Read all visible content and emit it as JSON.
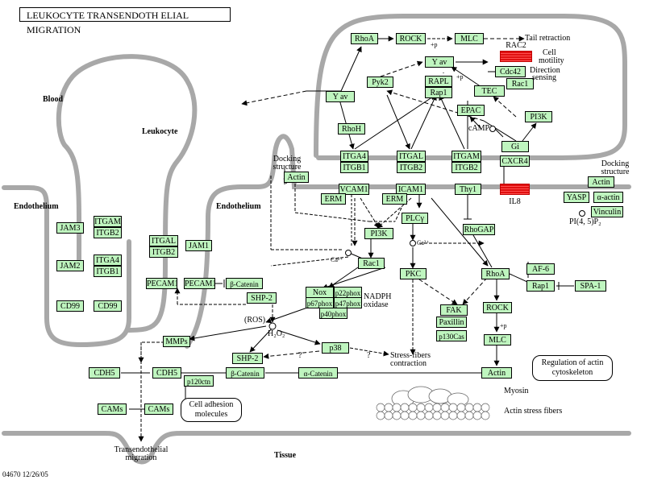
{
  "title": "LEUKOCYTE TRANSENDOTH ELIAL MIGRATION",
  "footer": "04670  12/26/05",
  "regions": {
    "blood": "Blood",
    "leukocyte": "Leukocyte",
    "endothelium_left": "Endothelium",
    "endothelium_mid": "Endothelium",
    "tissue": "Tissue"
  },
  "labels": {
    "tail_retraction": "Tail retraction",
    "cell_motility_1": "Cell",
    "cell_motility_2": "motility",
    "direction_sensing_1": "Direction",
    "direction_sensing_2": "sensing",
    "docking_left_1": "Docking",
    "docking_left_2": "structure",
    "docking_right_1": "Docking",
    "docking_right_2": "structure",
    "camp": "cAMP",
    "p_rock": "+p",
    "p_yav": "+p",
    "p_mlc": "+p",
    "ca_1": "Ca²⁺",
    "ca_2": "Ca²⁺",
    "ros": "(ROS)",
    "h2o2": "H₂O₂",
    "nadph_1": "NADPH",
    "nadph_2": "oxidase",
    "q1": "?",
    "q2": "?",
    "stress_1": "Stress-fibers",
    "stress_2": "contraction",
    "pi45p2": "PI(4, 5)P₂",
    "myosin": "Myosin",
    "actin_fibers": "Actin stress fibers",
    "transendothelial_1": "Transendothelial",
    "transendothelial_2": "migration"
  },
  "boxes": {
    "cell_adhesion": "Cell adhesion molecules",
    "regulation": "Regulation of actin cytoskeleton"
  },
  "nodes": {
    "rhoa_top": "RhoA",
    "rock_top": "ROCK",
    "mlc_top": "MLC",
    "rac2": "RAC2",
    "yav_top": "Y av",
    "cdc42": "Cdc42",
    "rac1_top": "Rac1",
    "pyk2": "Pyk2",
    "rapl": "RAPL",
    "rap1": "Rap1",
    "tec": "TEC",
    "yav_left": "Y av",
    "epac": "EPAC",
    "pi3k_top": "PI3K",
    "rhoh": "RhoH",
    "gi": "Gi",
    "itga4": "ITGA4",
    "itgb1": "ITGB1",
    "itgal": "ITGAL",
    "itgb2_a": "ITGB2",
    "itgam": "ITGAM",
    "itgb2_b": "ITGB2",
    "cxcr4": "CXCR4",
    "actin_dock": "Actin",
    "vcam1": "VCAM1",
    "icam1": "ICAM1",
    "thy1": "Thy1",
    "il8": "IL8",
    "erm_1": "ERM",
    "erm_2": "ERM",
    "actin_r": "Actin",
    "yasp": "YASP",
    "a_actin": "α-actin",
    "vinculin": "Vinculin",
    "jam3": "JAM3",
    "itgam_l": "ITGAM",
    "itgb2_l": "ITGB2",
    "jam2": "JAM2",
    "itga4_l": "ITGA4",
    "itgb1_l": "ITGB1",
    "cd99_a": "CD99",
    "cd99_b": "CD99",
    "itgal_m": "ITGAL",
    "itgb2_m": "ITGB2",
    "jam1": "JAM1",
    "pecam1_a": "PECAM1",
    "pecam1_b": "PECAM1",
    "b_catenin_1": "β-Catenin",
    "plcg": "PLCγ",
    "pi3k_mid": "PI3K",
    "rhogap": "RhoGAP",
    "rac1_mid": "Rac1",
    "pkc": "PKC",
    "rhoa_mid": "RhoA",
    "af6": "AF-6",
    "rap1_r": "Rap1",
    "spa1": "SPA-1",
    "shp2_a": "SHP-2",
    "nox": "Nox",
    "p22phox": "p22phox",
    "p67phox": "p67phox",
    "p47phox": "p47phox",
    "p40phox": "p40phox",
    "fak": "FAK",
    "rock_mid": "ROCK",
    "paxillin": "Paxillin",
    "p130cas": "p130Cas",
    "mlc_mid": "MLC",
    "mmps": "MMPs",
    "p38": "p38",
    "shp2_b": "SHP-2",
    "cdh5_a": "CDH5",
    "cdh5_b": "CDH5",
    "b_catenin_2": "β-Catenin",
    "a_catenin": "α-Catenin",
    "actin_bottom": "Actin",
    "p120ctn": "p120ctn",
    "cams_a": "CAMs",
    "cams_b": "CAMs"
  }
}
